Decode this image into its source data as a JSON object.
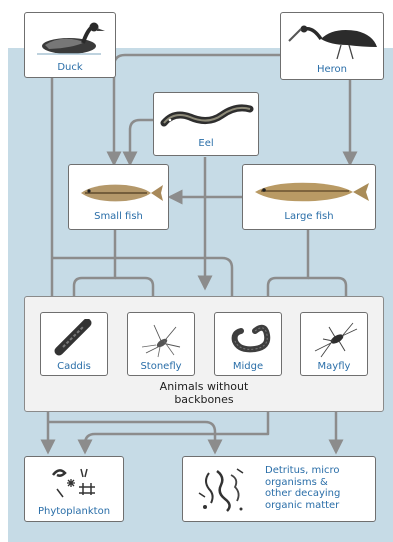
{
  "nodes": {
    "duck": "Duck",
    "heron": "Heron",
    "eel": "Eel",
    "small_fish": "Small fish",
    "large_fish": "Large fish",
    "caddis": "Caddis",
    "stonefly": "Stonefly",
    "midge": "Midge",
    "mayfly": "Mayfly",
    "phytoplankton": "Phytoplankton",
    "detritus": [
      "Detritus, micro",
      "organisms &",
      "other decaying",
      "organic matter"
    ]
  },
  "group_label": [
    "Animals without",
    "backbones"
  ],
  "colors": {
    "background": "#c6dbe6",
    "arrow": "#8c8c8c",
    "label": "#2a6ea8",
    "group_fill": "#f2f2f2"
  }
}
